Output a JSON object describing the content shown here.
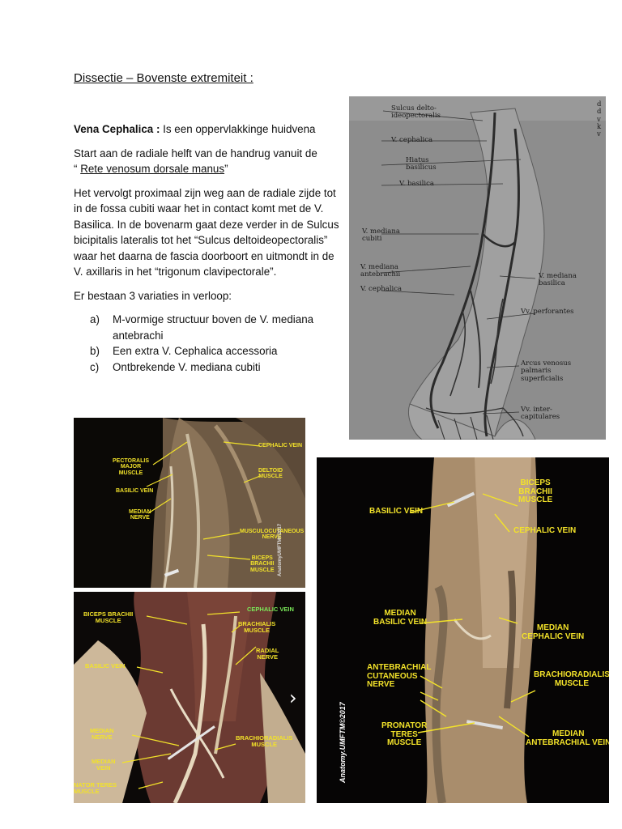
{
  "document": {
    "title": "Dissectie – Bovenste extremiteit :",
    "intro_term": "Vena Cephalica :",
    "intro_rest": " Is een oppervlakkinge huidvena",
    "p2_a": "Start aan de radiale helft van de handrug vanuit de",
    "p2_b_pre": "“ ",
    "p2_b_term": "Rete venosum dorsale manus",
    "p2_b_post": "”",
    "p3": "Het vervolgt proximaal zijn weg aan de radiale zijde tot in de fossa cubiti waar het in contact komt met de V. Basilica. In de bovenarm gaat deze verder in de Sulcus bicipitalis lateralis tot het “Sulcus deltoideopectoralis” waar het daarna de fascia doorboort en uitmondt in de V. axillaris in het “trigonum clavipectorale”.",
    "p4": "Er bestaan 3 variaties in verloop:",
    "variations": [
      {
        "marker": "a)",
        "text": "M-vormige structuur boven de V. mediana antebrachi"
      },
      {
        "marker": "b)",
        "text": "Een extra V.  Cephalica accessoria"
      },
      {
        "marker": "c)",
        "text": "Ontbrekende V. mediana cubiti"
      }
    ]
  },
  "sketch": {
    "labels": {
      "sulcus": "Sulcus delto-\nideopectoralis",
      "cephalica_top": "V. cephalica",
      "hiatus": "Hiatus\nbasilicus",
      "basilica": "V. basilica",
      "mediana_cubiti": "V. mediana\ncubiti",
      "mediana_antebrachii": "V. mediana\nantebrachii",
      "cephalica_low": "V. cephalica",
      "mediana_basilica": "V. mediana\nbasilica",
      "perforantes": "Vv. perforantes",
      "arcus": "Arcus venosus\npalmaris\nsuperficialis",
      "intercap": "Vv. inter-\ncapitulares",
      "margin": "d\nd\nv\nk\nv"
    }
  },
  "photo1": {
    "labels": {
      "cephalic": "CEPHALIC VEIN",
      "pectoralis": "PECTORALIS\nMAJOR\nMUSCLE",
      "deltoid": "DELTOID\nMUSCLE",
      "basilic": "BASILIC VEIN",
      "median_nerve": "MEDIAN\nNERVE",
      "musculo": "MUSCULOCUTANEOUS\nNERVE",
      "biceps": "BICEPS\nBRACHII\nMUSCLE",
      "credit": "AnatomyUMFTM©2017"
    }
  },
  "photo2": {
    "labels": {
      "biceps": "BICEPS BRACHII\nMUSCLE",
      "cephalic": "CEPHALIC VEIN",
      "brachialis": "BRACHIALIS\nMUSCLE",
      "radial": "RADIAL\nNERVE",
      "basilic": "BASILIC VEIN",
      "median_nerve": "MEDIAN\nNERVE",
      "brachioradialis": "BRACHIORADIALIS\nMUSCLE",
      "median_vein": "MEDIAN\nVEIN",
      "pronator": "NATOR TERES\nMUSCLE"
    },
    "next_glyph": "›"
  },
  "photo3": {
    "labels": {
      "biceps": "BICEPS\nBRACHII\nMUSCLE",
      "basilic": "BASILIC VEIN",
      "cephalic": "CEPHALIC VEIN",
      "median_basilic": "MEDIAN\nBASILIC VEIN",
      "median_cephalic": "MEDIAN\nCEPHALIC VEIN",
      "antebrachial": "ANTEBRACHIAL\nCUTANEOUS\nNERVE",
      "brachioradialis": "BRACHIORADIALIS\nMUSCLE",
      "pronator": "PRONATOR\nTERES\nMUSCLE",
      "median_ante": "MEDIAN\nANTEBRACHIAL VEIN",
      "credit": "Anatomy.UMFTM©2017"
    }
  }
}
